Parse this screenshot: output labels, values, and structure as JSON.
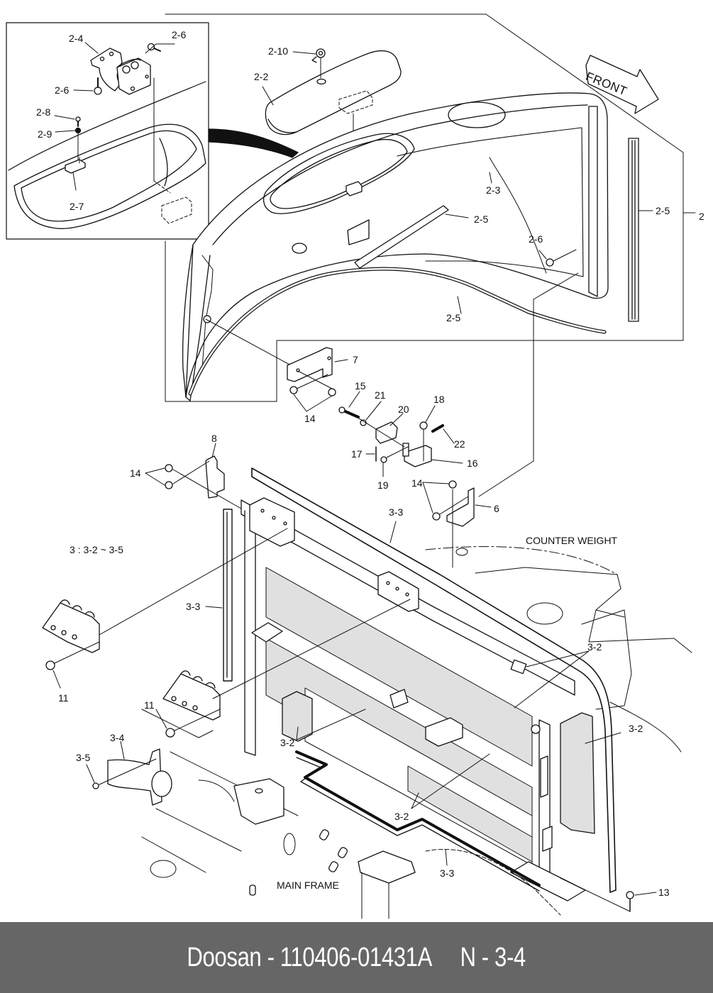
{
  "diagram": {
    "type": "exploded parts diagram",
    "front_arrow": "FRONT",
    "assembly_note": "3  : 3-2 ~ 3-5",
    "region_labels": {
      "counter_weight": "COUNTER WEIGHT",
      "main_frame": "MAIN FRAME"
    },
    "callouts": {
      "c2_4": "2-4",
      "c2_6_a": "2-6",
      "c2_6_b": "2-6",
      "c2_8": "2-8",
      "c2_9": "2-9",
      "c2_7": "2-7",
      "c2_10": "2-10",
      "c2_2": "2-2",
      "c2_3": "2-3",
      "c2_5_a": "2-5",
      "c2_5_b": "2-5",
      "c2_5_c": "2-5",
      "c2_6_c": "2-6",
      "c2": "2",
      "c7": "7",
      "c14_a": "14",
      "c15": "15",
      "c21": "21",
      "c20": "20",
      "c18": "18",
      "c22": "22",
      "c17": "17",
      "c16": "16",
      "c19": "19",
      "c8": "8",
      "c14_b": "14",
      "c14_c": "14",
      "c6": "6",
      "c3_3_a": "3-3",
      "c3_3_b": "3-3",
      "c3_3_c": "3-3",
      "c11_a": "11",
      "c11_b": "11",
      "c3_4": "3-4",
      "c3_5": "3-5",
      "c3_2_a": "3-2",
      "c3_2_b": "3-2",
      "c3_2_c": "3-2",
      "c3_2_d": "3-2",
      "c13": "13"
    }
  },
  "footer": {
    "brand": "Doosan",
    "part_number": "110406-01431A",
    "page_ref": "N - 3-4",
    "text": "Doosan - 110406-01431A     N - 3-4",
    "background": "#666666",
    "text_color": "#ffffff"
  }
}
